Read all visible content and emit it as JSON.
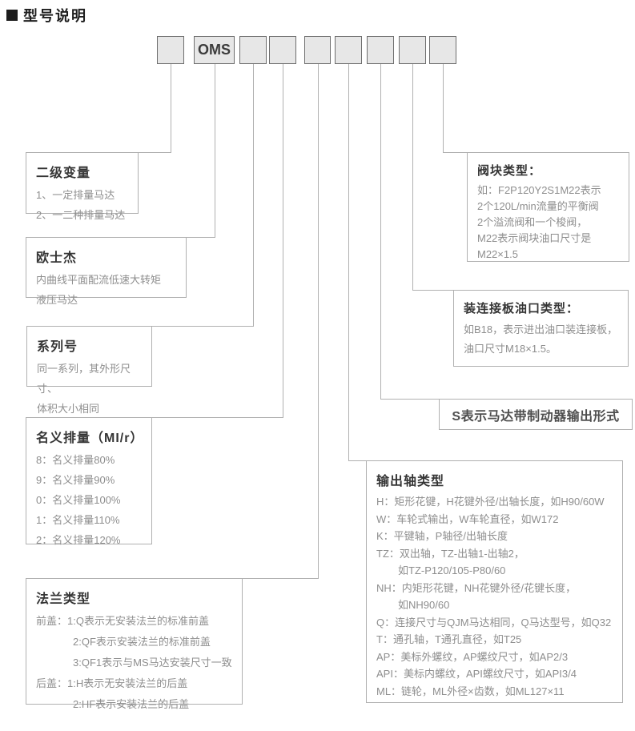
{
  "header": {
    "title": "型号说明"
  },
  "code_boxes": [
    {
      "label": ""
    },
    {
      "label": "OMS"
    },
    {
      "label": ""
    },
    {
      "label": ""
    },
    {
      "label": ""
    },
    {
      "label": ""
    },
    {
      "label": ""
    },
    {
      "label": ""
    },
    {
      "label": ""
    }
  ],
  "panels": {
    "secondary_variable": {
      "title": "二级变量",
      "lines": [
        "1、一定排量马达",
        "2、一二种排量马达"
      ]
    },
    "brand": {
      "title": "欧士杰",
      "lines": [
        "内曲线平面配流低速大转矩",
        "液压马达"
      ]
    },
    "series": {
      "title": "系列号",
      "lines": [
        "同一系列，其外形尺寸、",
        "体积大小相同"
      ]
    },
    "displacement": {
      "title": "名义排量（MI/r）",
      "lines": [
        "8：名义排量80%",
        "9：名义排量90%",
        "0：名义排量100%",
        "1：名义排量110%",
        "2：名义排量120%"
      ]
    },
    "flange": {
      "title": "法兰类型",
      "lines": [
        "前盖：1:Q表示无安装法兰的标准前盖",
        "2:QF表示安装法兰的标准前盖",
        "3:QF1表示与MS马达安装尺寸一致",
        "后盖：1:H表示无安装法兰的后盖",
        "2:HF表示安装法兰的后盖"
      ]
    },
    "valve_block": {
      "title": "阀块类型：",
      "lines": [
        "如：F2P120Y2S1M22表示",
        "2个120L/min流量的平衡阀",
        "2个溢流阀和一个梭阀，",
        "M22表示阀块油口尺寸是",
        "M22×1.5"
      ]
    },
    "port_plate": {
      "title": "装连接板油口类型：",
      "lines": [
        "如B18，表示进出油口装连接板，",
        "油口尺寸M18×1.5。"
      ]
    },
    "brake": {
      "note": "S表示马达带制动器输出形式"
    },
    "output_shaft": {
      "title": "输出轴类型",
      "lines": [
        "H：矩形花键，H花键外径/出轴长度，如H90/60W",
        "W：车轮式输出，W车轮直径，如W172",
        "K：平键轴，P轴径/出轴长度",
        "TZ：双出轴，TZ-出轴1-出轴2，",
        "如TZ-P120/105-P80/60",
        "NH：内矩形花键，NH花键外径/花键长度，",
        "如NH90/60",
        "Q：连接尺寸与QJM马达相同，Q马达型号，如Q32",
        "T：通孔轴，T通孔直径，如T25",
        "AP：美标外螺纹，AP螺纹尺寸，如AP2/3",
        "API：美标内螺纹，API螺纹尺寸，如API3/4",
        "ML：链轮，ML外径×齿数，如ML127×11"
      ]
    }
  },
  "colors": {
    "code_box_fill": "#e7e7e7",
    "code_box_border": "#6e6e6e",
    "panel_border": "#b0b0b0",
    "connector_line": "#b0b0b0",
    "title_text": "#353535",
    "body_text": "#8e8e8e"
  }
}
